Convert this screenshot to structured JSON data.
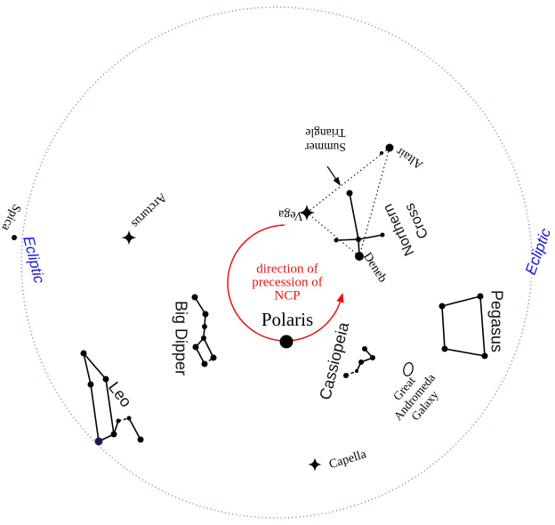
{
  "figure": {
    "type": "polar-star-chart",
    "description_visible_text_only": true
  },
  "colors": {
    "background": "#ffffff",
    "ecliptic_line": "#7a7ae6",
    "ecliptic_text": "#1515e0",
    "precession_red": "#ee1111",
    "star_black": "#000000",
    "regulus_dot_blue": "#1c1c50"
  },
  "ecliptic": {
    "label_left": "Ecliptic",
    "label_right": "Ecliptic"
  },
  "pole": {
    "star_label": "Polaris",
    "caption_lines": [
      "direction of",
      "precession of",
      "NCP"
    ]
  },
  "stars": {
    "spica": "Spica",
    "arcturus": "Arcturus",
    "vega": "Vega",
    "deneb": "Deneb",
    "altair": "Altair",
    "capella": "Capella"
  },
  "constellations": {
    "big_dipper": "Big Dipper",
    "leo": "Leo",
    "cassiopeia": "Cassiopeia",
    "pegasus": "Pegasus",
    "northern_cross_lines": [
      "Northern",
      "Cross"
    ]
  },
  "annotations": {
    "summer_triangle_lines": [
      "Summer",
      "Triangle"
    ],
    "andromeda_lines": [
      "Great",
      "Andromeda",
      "Galaxy"
    ]
  }
}
